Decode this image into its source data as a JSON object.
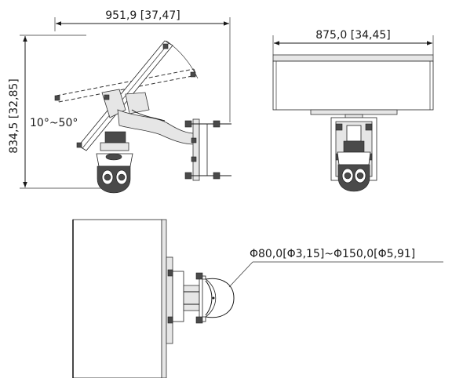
{
  "side_view": {
    "width_label": "951,9 [37,47]",
    "height_label": "834,5 [32,85]",
    "tilt_label": "10°~50°"
  },
  "front_view": {
    "width_label": "875,0 [34,45]"
  },
  "top_view": {
    "pole_label": "Φ80,0[Φ3,15]~Φ150,0[Φ5,91]"
  }
}
